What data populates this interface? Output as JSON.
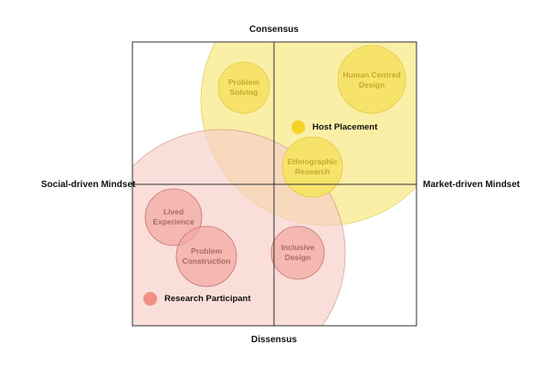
{
  "axes": {
    "top": "Consensus",
    "bottom": "Dissensus",
    "left": "Social-driven Mindset",
    "right": "Market-driven Mindset"
  },
  "legend": {
    "host": {
      "label": "Host Placement",
      "color": "#f5d327"
    },
    "participant": {
      "label": "Research Participant",
      "color": "#f08f84"
    }
  },
  "colors": {
    "host_zone": "#f9eea0",
    "host_bubble": "#f7e36a",
    "participant_zone": "#f8cfca",
    "participant_bubble": "#f2aaa3",
    "host_text": "#c7a72f",
    "participant_text": "#a86a64",
    "grid": "#333333"
  },
  "bubbles": {
    "problem_solving": "Problem\nSolving",
    "human_centred_design": "Human Centred\nDesign",
    "ethnographic_research": "Ethnographic\nResearch",
    "lived_experience": "Lived\nExperience",
    "problem_construction": "Problem\nConstruction",
    "inclusive_design": "Inclusive\nDesign"
  }
}
